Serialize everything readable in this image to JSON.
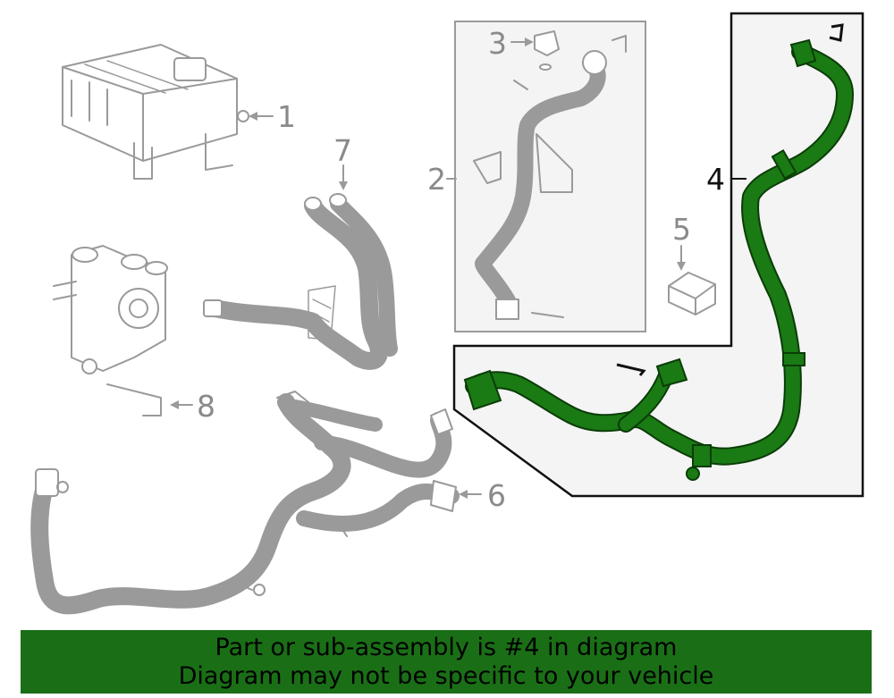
{
  "colors": {
    "highlight": "#1a7a14",
    "highlight_outline": "#0b3d08",
    "line_gray": "#9a9a9a",
    "panel_fill": "#f4f4f4",
    "banner_bg": "#1a6f16"
  },
  "callouts": {
    "c1": "1",
    "c2": "2",
    "c3": "3",
    "c4": "4",
    "c5": "5",
    "c6": "6",
    "c7": "7",
    "c8": "8"
  },
  "highlighted_part": "4",
  "banner": {
    "line1": "Part or sub-assembly is #4 in diagram",
    "line2": "Diagram may not be specific to your vehicle"
  }
}
